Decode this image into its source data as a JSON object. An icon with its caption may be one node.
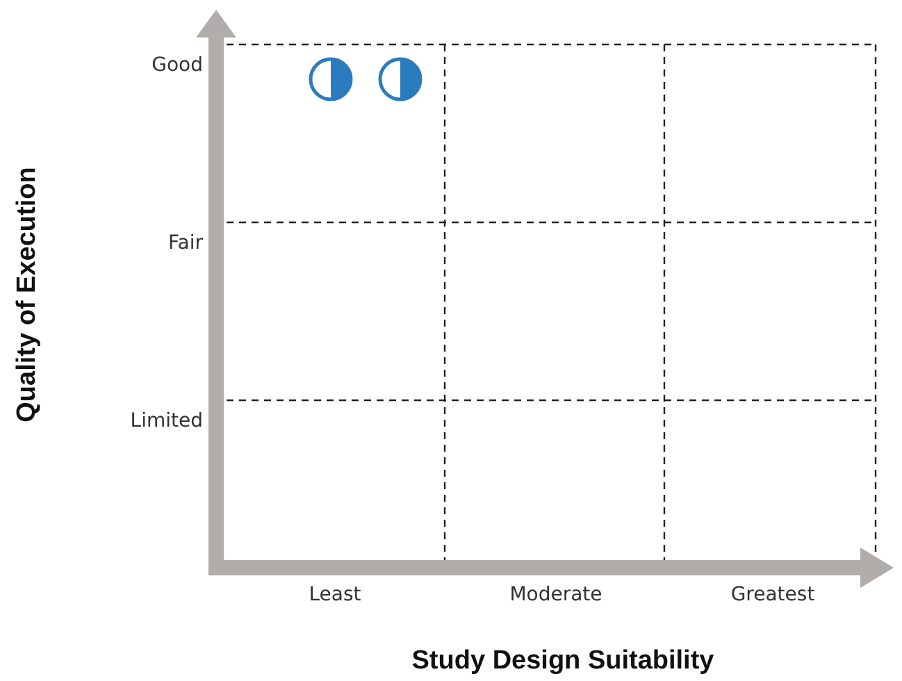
{
  "diagram": {
    "nodes": [
      {
        "text": [],
        "shape": "circle"
      },
      {
        "text": [],
        "shape": "circle"
      }
    ],
    "labels": [
      "Quality of Execution",
      "Good",
      "Fair",
      "Limited",
      "Least",
      "Moderate",
      "Greatest",
      "Study Design Suitability"
    ]
  }
}
